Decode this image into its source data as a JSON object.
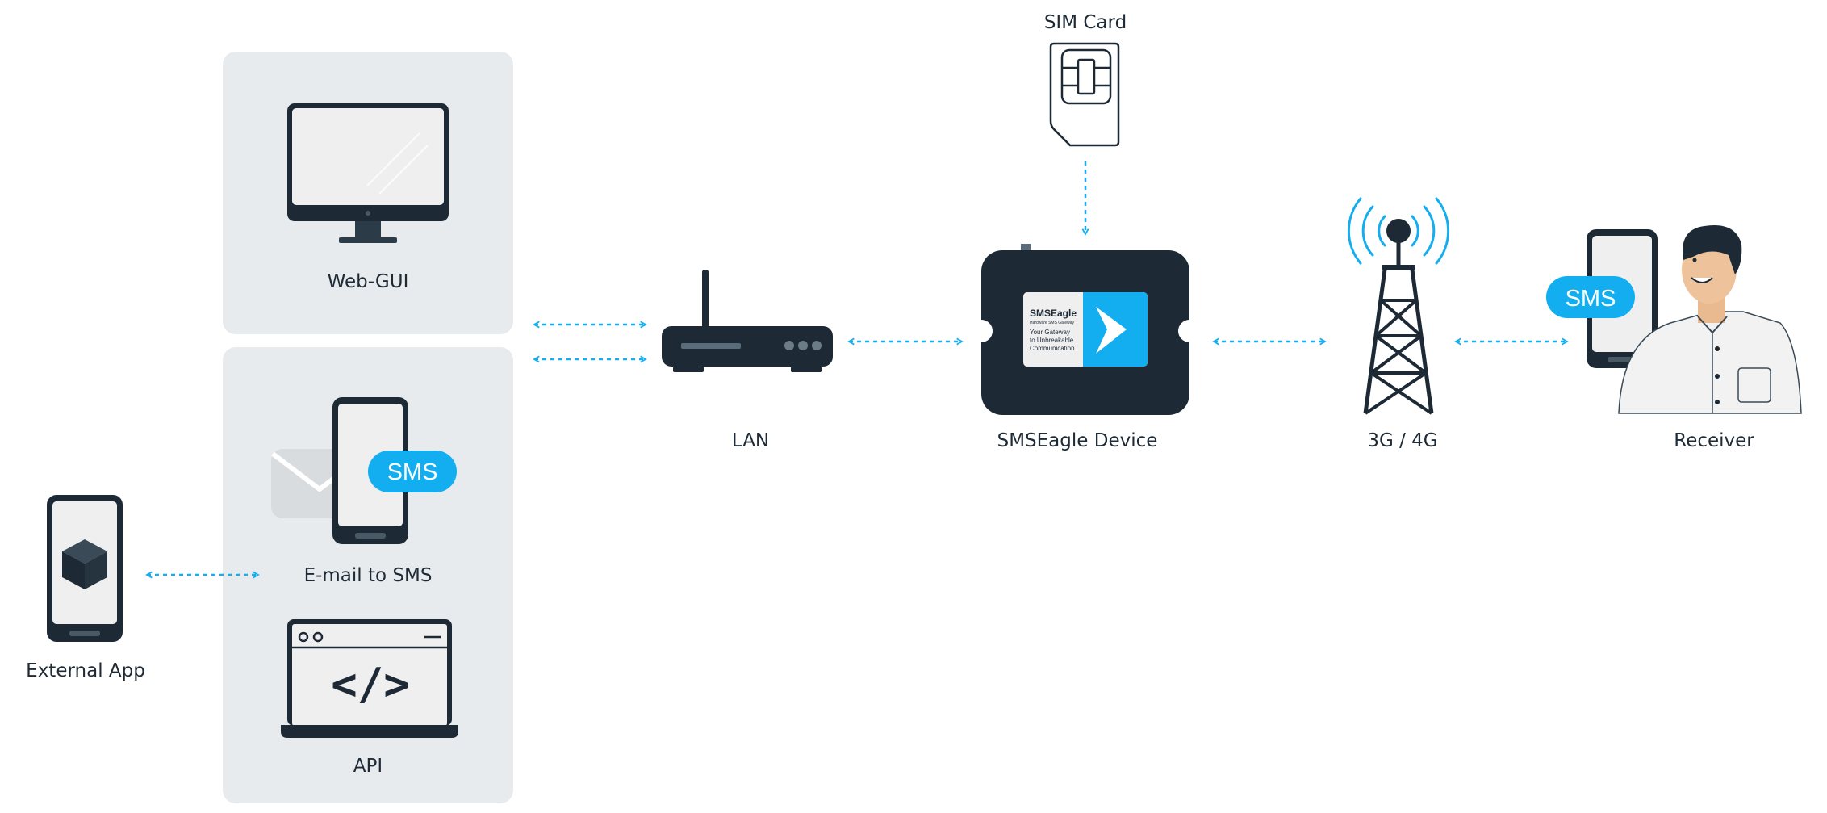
{
  "labels": {
    "web_gui": "Web-GUI",
    "email_to_sms": "E-mail to SMS",
    "api": "API",
    "external_app": "External App",
    "lan": "LAN",
    "device": "SMSEagle Device",
    "sim_card": "SIM Card",
    "network": "3G / 4G",
    "receiver": "Receiver"
  },
  "badges": {
    "sms_email": "SMS",
    "sms_receiver": "SMS"
  },
  "device_screen": {
    "brand": "SMSEagle",
    "subtitle": "Hardware SMS Gateway",
    "tagline_1": "Your Gateway",
    "tagline_2": "to Unbreakable",
    "tagline_3": "Communication"
  },
  "api_code": "</>",
  "colors": {
    "dark": "#1d2a35",
    "accent": "#12aef0",
    "panel": "#e8ebed",
    "screen": "#efefef"
  }
}
